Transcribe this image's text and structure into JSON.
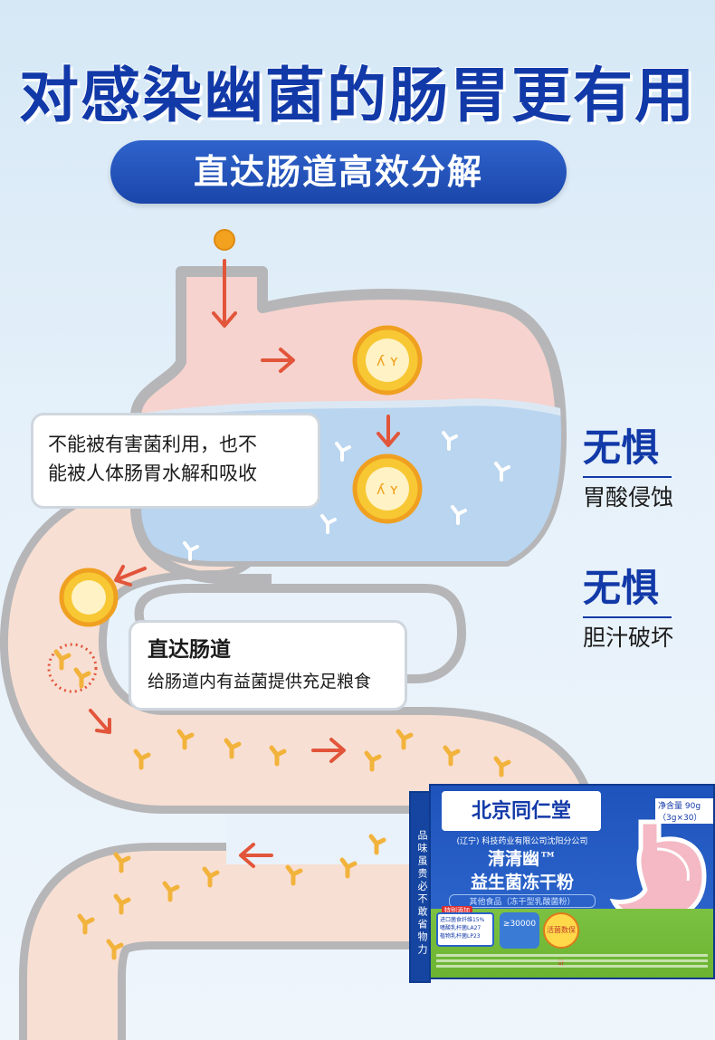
{
  "header": {
    "title": "对感染幽菌的肠胃更有用",
    "subtitle": "直达肠道高效分解"
  },
  "callout_top": {
    "line1": "不能被有害菌利用，也不",
    "line2": "能被人体肠胃水解和吸收"
  },
  "callout_bottom": {
    "heading": "直达肠道",
    "text": "给肠道内有益菌提供充足粮食"
  },
  "side_points": [
    {
      "title": "无惧",
      "desc": "胃酸侵蚀"
    },
    {
      "title": "无惧",
      "desc": "胆汁破坏"
    }
  ],
  "product": {
    "brand": "北京同仁堂",
    "company": "(辽宁) 科技药业有限公司沈阳分公司",
    "name_line1": "清清幽™",
    "name_line2": "益生菌冻干粉",
    "type": "其他食品（冻干型乳酸菌粉）",
    "net_label": "净含量 90g（3g×30）",
    "side_text": "品味虽贵必不敢省物力",
    "feature_tag": "特别添加",
    "features": [
      "进口菌食纤维15%",
      "嗜酸乳杆菌LA27",
      "植物乳杆菌LP23"
    ],
    "badge_count": "≥30000",
    "badge_round": "活菌数保证"
  },
  "colors": {
    "title": "#1239a8",
    "pill": "#1e4fb4",
    "stomach_top": "#f6d3ce",
    "stomach_liquid": "#b9d5ef",
    "intestine": "#f8dfd3",
    "outline": "#b6b6b8",
    "particle": "#f2b33c",
    "arrow": "#e2553a"
  }
}
